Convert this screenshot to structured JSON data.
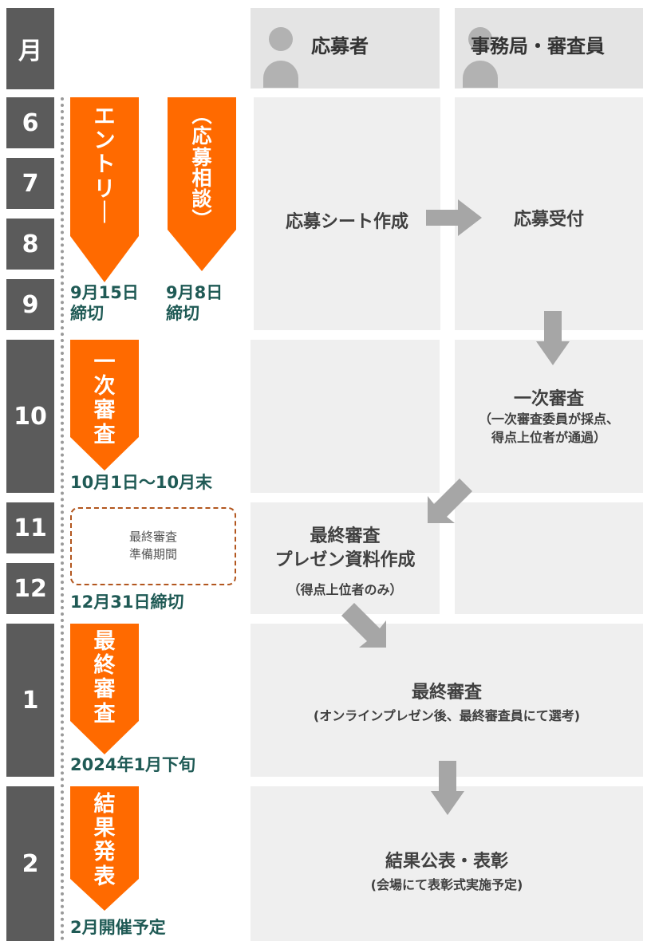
{
  "header": {
    "month_label": "月",
    "applicant_label": "応募者",
    "office_label": "事務局・審査員"
  },
  "months": [
    "6",
    "7",
    "8",
    "9",
    "10",
    "11",
    "12",
    "1",
    "2"
  ],
  "phases": {
    "entry": {
      "chars": [
        "エ",
        "ン",
        "ト",
        "リ",
        "｜"
      ],
      "deadline_line1": "9月15日",
      "deadline_line2": "締切"
    },
    "consult": {
      "chars": [
        "︵",
        "応",
        "募",
        "相",
        "談",
        "︶"
      ],
      "deadline_line1": "9月8日",
      "deadline_line2": "締切"
    },
    "first_review": {
      "chars": [
        "一",
        "次",
        "審",
        "査"
      ],
      "period": "10月1日〜10月末"
    },
    "final_prep": {
      "line1": "最終審査",
      "line2": "準備期間",
      "deadline": "12月31日締切"
    },
    "final_review": {
      "chars": [
        "最",
        "終",
        "審",
        "査"
      ],
      "period": "2024年1月下旬"
    },
    "result": {
      "chars": [
        "結",
        "果",
        "発",
        "表"
      ],
      "period": "2月開催予定"
    }
  },
  "steps": {
    "sheet": "応募シート作成",
    "receipt": "応募受付",
    "first_review_title": "一次審査",
    "first_review_note1": "（一次審査委員が採点、",
    "first_review_note2": "得点上位者が通過）",
    "final_prep_title1": "最終審査",
    "final_prep_title2": "プレゼン資料作成",
    "final_prep_note": "（得点上位者のみ）",
    "final_review_title": "最終審査",
    "final_review_note": "(オンラインプレゼン後、最終審査員にて選考)",
    "result_title": "結果公表・表彰",
    "result_note": "(会場にて表彰式実施予定)"
  },
  "colors": {
    "orange": "#ff6a00",
    "month_box": "#5b5b5b",
    "teal_text": "#1f5a55",
    "gray_panel": "#efefef",
    "arrow_gray": "#a6a6a6",
    "dashed_border": "#b2561e"
  }
}
